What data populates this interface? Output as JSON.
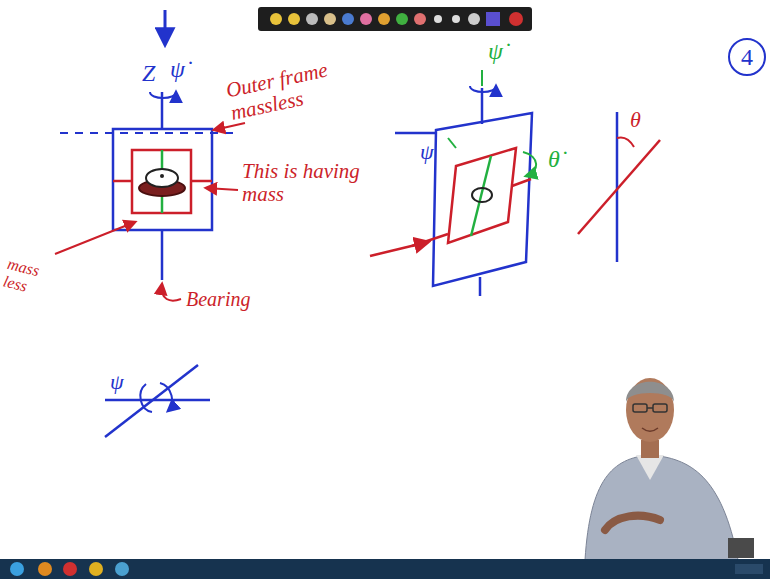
{
  "diagram": {
    "nodes": [
      {
        "text": [
          "4"
        ]
      }
    ],
    "labels": [
      "Z",
      "ψ̇",
      "Outer frame massless",
      "This is having mass",
      "mass less",
      "Bearing",
      "ψ̇",
      "ψ",
      "θ̇",
      "θ",
      "ψ"
    ]
  }
}
